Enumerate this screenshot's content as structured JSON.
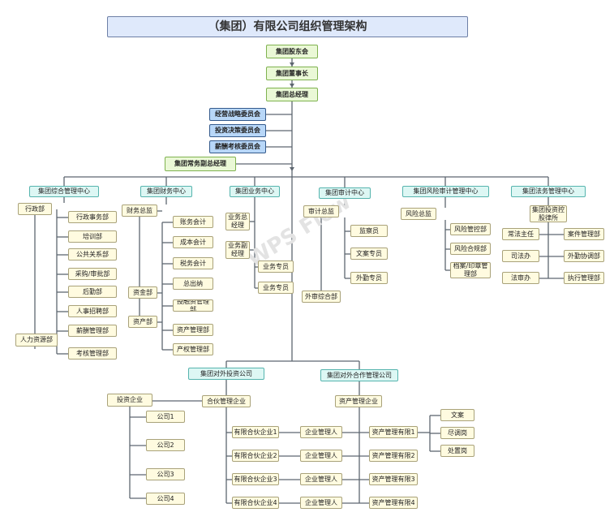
{
  "title": "（集团）有限公司组织管理架构",
  "watermark": "WPS Flow",
  "top": {
    "shareholders": "集团股东会",
    "board": "集团董事长",
    "gm": "集团总经理"
  },
  "committees": [
    "经营战略委员会",
    "投资决策委员会",
    "薪酬考核委员会"
  ],
  "exec_vp": "集团常务副总经理",
  "centers": {
    "general": "集团综合管理中心",
    "finance": "集团财务中心",
    "business": "集团业务中心",
    "audit": "集团审计中心",
    "risk": "集团风险审计管理中心",
    "legal": "集团法务管理中心"
  },
  "general": {
    "admin": "行政部",
    "admin_items": [
      "行政事务部",
      "培训部",
      "公共关系部",
      "采购/审批部",
      "后勤部"
    ],
    "hr": "人力资源部",
    "hr_items": [
      "人事招聘部",
      "薪酬管理部",
      "考核管理部"
    ]
  },
  "finance": {
    "cfo": "财务总监",
    "cfo_items": [
      "账务会计",
      "成本会计",
      "税务会计",
      "总出纳"
    ],
    "funds": "资金部",
    "funds_items": [
      "投融资管理部"
    ],
    "assets": "资产部",
    "assets_items": [
      "资产管理部",
      "产权管理部"
    ]
  },
  "business": {
    "gm": "业务总经理",
    "vgm": "业务副经理",
    "staff": [
      "业务专员",
      "业务专员"
    ]
  },
  "audit": {
    "director": "审计总监",
    "items": [
      "监察员",
      "文案专员",
      "外勤专员"
    ],
    "external": "外审综合部"
  },
  "risk": {
    "director": "风险总监",
    "items": [
      "风险管控部",
      "风险合规部",
      "档案/印章管理部"
    ]
  },
  "legal": {
    "holding": "集团投资控股律所",
    "roles": [
      "常法主任",
      "司法办",
      "法审办"
    ],
    "depts": [
      "案件管理部",
      "外勤协调部",
      "执行管理部"
    ]
  },
  "subsidiaries": {
    "investment": "集团对外投资公司",
    "cooperation": "集团对外合作管理公司"
  },
  "investment": {
    "invest": "投资企业",
    "companies": [
      "公司1",
      "公司2",
      "公司3",
      "公司4"
    ]
  },
  "cooperation": {
    "partnership": "合伙管理企业",
    "asset_mgmt": "资产管理企业",
    "lps": [
      "有限合伙企业1",
      "有限合伙企业2",
      "有限合伙企业3",
      "有限合伙企业4"
    ],
    "managers": [
      "企业管理人",
      "企业管理人",
      "企业管理人",
      "企业管理人"
    ],
    "asset_cos": [
      "资产管理有限1",
      "资产管理有限2",
      "资产管理有限3",
      "资产管理有限4"
    ],
    "posts": [
      "文案",
      "尽调岗",
      "处置岗"
    ]
  }
}
